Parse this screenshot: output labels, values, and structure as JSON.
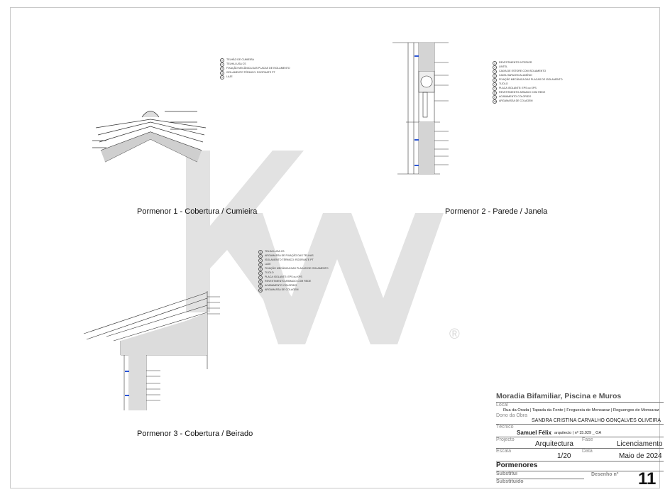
{
  "details": [
    {
      "caption": "Pormenor 1 -  Cobertura / Cumieira",
      "legend": [
        "TELHÃO DE CUMIEIRA",
        "TELHA LUSA CS",
        "FIXAÇÃO MECÂNICA DAS PLACAS DE ISOLAMENTO",
        "ISOLAMENTO TÉRMICO: ROOFMATE PT",
        "LAJE"
      ]
    },
    {
      "caption": "Pormenor 2 - Parede / Janela",
      "legend": [
        "REVESTIMENTO INTERIOR",
        "LINTEL",
        "CAIXA DE ESTORE COM ISOLAMENTO",
        "CAIXILHARIA EM ALUMÍNIO",
        "FIXAÇÃO MECÂNICA DAS PLACAS DE ISOLAMENTO",
        "TIJOLO",
        "PLACA ISOLANTE: EPS ou XPS",
        "REVESTIMENTO ARMADO COM REDE",
        "ACABAMENTO COLORIDO",
        "ARGAMASSA DE COLAGEM"
      ]
    },
    {
      "caption": "Pormenor 3 -  Cobertura / Beirado",
      "legend": [
        "TELHA LUSA CS",
        "ARGAMASSA DE FIXAÇÃO DAS TELHAS",
        "ISOLAMENTO TÉRMICO: ROOFMATE PT",
        "LAJE",
        "FIXAÇÃO MECÂNICA DAS PLACAS DE ISOLAMENTO",
        "TIJOLO",
        "PLACA ISOLANTE: EPS ou XPS",
        "REVESTIMENTO ARMADO COM REDE",
        "ACABAMENTO COLORIDO",
        "ARGAMASSA DE COLAGEM"
      ]
    }
  ],
  "watermark": {
    "symbol": "®"
  },
  "title_block": {
    "project": "Moradia Bifamiliar, Piscina e Muros",
    "local_label": "Local",
    "local_value": "Rua da Orada | Tapada da Fonte | Freguesia de Monsaraz | Reguengos de Monsaraz",
    "owner_label": "Dono da Obra",
    "owner_value": "SANDRA CRISTINA CARVALHO GONÇALVES OLIVEIRA",
    "tech_label": "Técnico",
    "tech_name": "Samuel Félix",
    "tech_detail": "arquitecto | nº 15.929 _ OA",
    "project_label": "Projecto",
    "project_value": "Arquitectura",
    "phase_label": "Fase",
    "phase_value": "Licenciamento",
    "scale_label": "Escala",
    "scale_value": "1/20",
    "date_label": "Data",
    "date_value": "Maio de 2024",
    "sheet_title": "Pormenores",
    "subst_label": "Substitui",
    "drawing_label": "Desenho nº",
    "drawing_number": "11",
    "substituted_label": "Substituido"
  },
  "colors": {
    "insulation_fixing": "#2b55d6",
    "watermark": "#dcdcdc",
    "line": "#333333"
  }
}
